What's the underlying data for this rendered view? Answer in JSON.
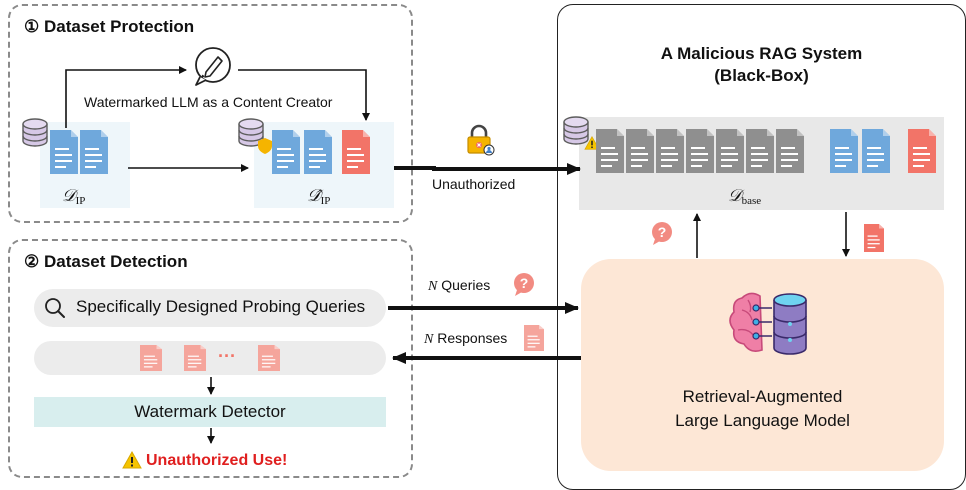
{
  "protection": {
    "step_marker": "①",
    "title": "Dataset Protection",
    "creator_label": "Watermarked LLM as a Content Creator",
    "d_ip_symbol": "𝒟",
    "d_ip_sub": "IP",
    "d_ip_hat_symbol": "𝒟̂",
    "d_ip_hat_sub": "IP"
  },
  "detection": {
    "step_marker": "②",
    "title": "Dataset Detection",
    "probe_label": "Specifically Designed Probing Queries",
    "ellipsis": "···",
    "detector_label": "Watermark Detector",
    "alert_label": "Unauthorized Use!"
  },
  "rag": {
    "title_line1": "A Malicious RAG System",
    "title_line2": "(Black-Box)",
    "d_base_symbol": "𝒟",
    "d_base_sub": "base",
    "model_line1": "Retrieval-Augmented",
    "model_line2": "Large Language Model"
  },
  "flow": {
    "unauthorized_label": "Unauthorized",
    "queries_n": "N",
    "queries_label": "Queries",
    "responses_n": "N",
    "responses_label": "Responses"
  },
  "colors": {
    "blue_doc": "#6fa8dc",
    "red_doc": "#f27468",
    "gray_doc": "#8f8f8f",
    "alert_red": "#e01f1f",
    "model_bg": "#fde7d6"
  }
}
